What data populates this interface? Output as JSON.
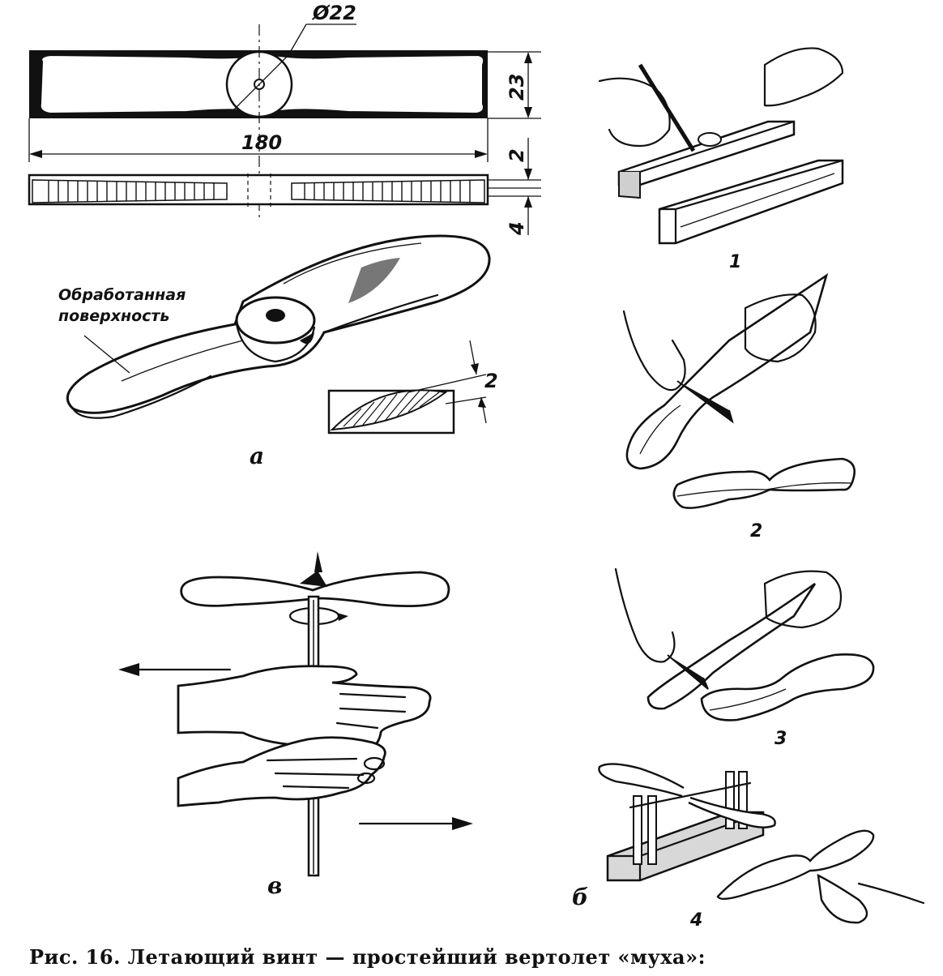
{
  "drawing": {
    "dimensions": {
      "diameter": "Ø22",
      "length": "180",
      "width": "23",
      "thickness_top": "2",
      "thickness_bottom": "4",
      "section_offset": "2"
    },
    "note": {
      "line1": "Обработанная",
      "line2": "поверхность"
    }
  },
  "labels": {
    "a": "а",
    "b": "б",
    "v": "в"
  },
  "steps": [
    "1",
    "2",
    "3",
    "4"
  ],
  "caption": "Рис. 16. Летающий винт — простейший вертолет «муха»:"
}
